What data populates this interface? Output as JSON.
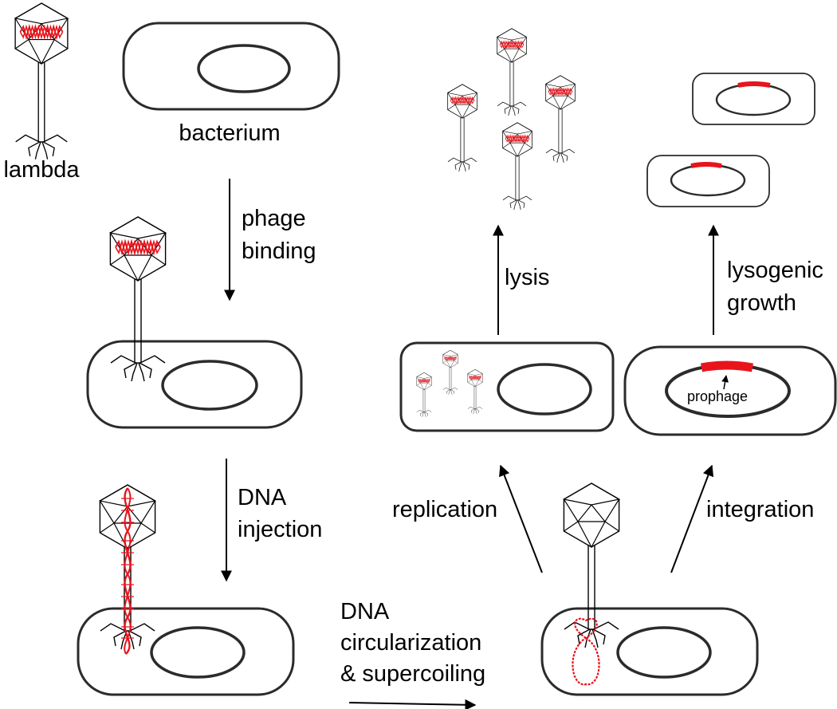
{
  "labels": {
    "lambda": "lambda",
    "bacterium": "bacterium",
    "phage_binding_1": "phage",
    "phage_binding_2": "binding",
    "dna_injection_1": "DNA",
    "dna_injection_2": "injection",
    "circularization_1": "DNA",
    "circularization_2": "circularization",
    "circularization_3": "& supercoiling",
    "replication": "replication",
    "integration": "integration",
    "lysis": "lysis",
    "lysogenic_1": "lysogenic",
    "lysogenic_2": "growth",
    "prophage": "prophage"
  },
  "colors": {
    "dna": "#e8141c",
    "outline": "#2b2b2b",
    "line": "#000000",
    "background": "#ffffff"
  }
}
